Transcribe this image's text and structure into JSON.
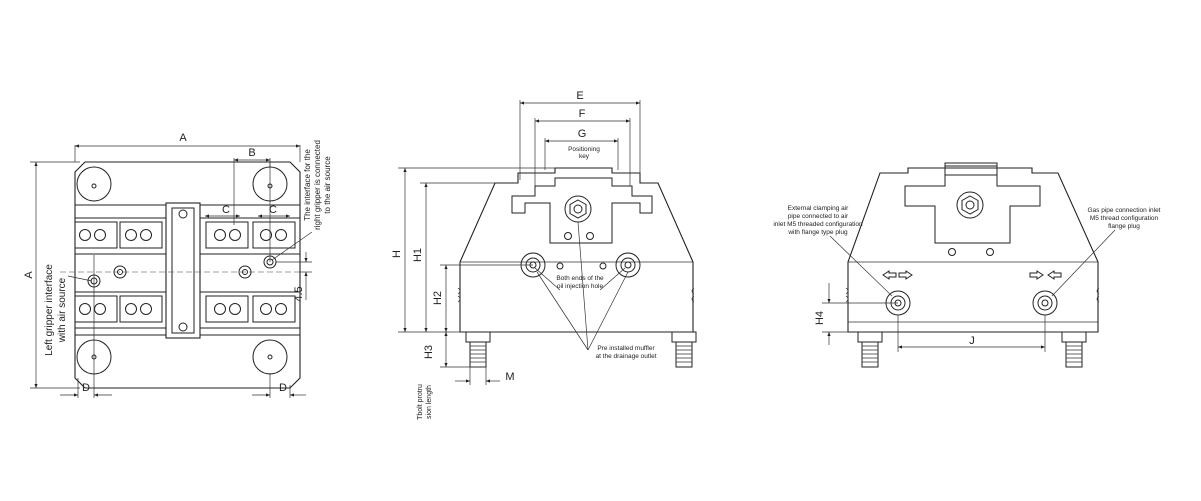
{
  "dimensions": {
    "A": "A",
    "B": "B",
    "C": "C",
    "D": "D",
    "E": "E",
    "F": "F",
    "G": "G",
    "H": "H",
    "H1": "H1",
    "H2": "H2",
    "H3": "H3",
    "H4": "H4",
    "J": "J",
    "M": "M",
    "offset_4_5": "4.5"
  },
  "left_view": {
    "left_label_line1": "Left gripper interface",
    "left_label_line2": "with air source",
    "right_label_line1": "The interface for the",
    "right_label_line2": "right gripper is connected",
    "right_label_line3": "to the air source"
  },
  "middle_view": {
    "positioning_key_line1": "Positioning",
    "positioning_key_line2": "key",
    "oil_hole_line1": "Both ends of the",
    "oil_hole_line2": "oil injection hole",
    "muffler_line1": "Pre installed muffler",
    "muffler_line2": "at the drainage outlet",
    "bolt_line1": "Tbolt protru",
    "bolt_line2": "sion length"
  },
  "right_view": {
    "ext_line1": "External clamping air",
    "ext_line2": "pipe connected to air",
    "ext_line3": "inlet M5 threaded configuration",
    "ext_line4": "with flange type plug",
    "gas_line1": "Gas pipe connection inlet",
    "gas_line2": "M5 thread configuration",
    "gas_line3": "flange plug"
  },
  "icons": [
    "arrow-left-icon",
    "arrow-right-icon",
    "hex-bolt-icon",
    "muffler-icon"
  ]
}
